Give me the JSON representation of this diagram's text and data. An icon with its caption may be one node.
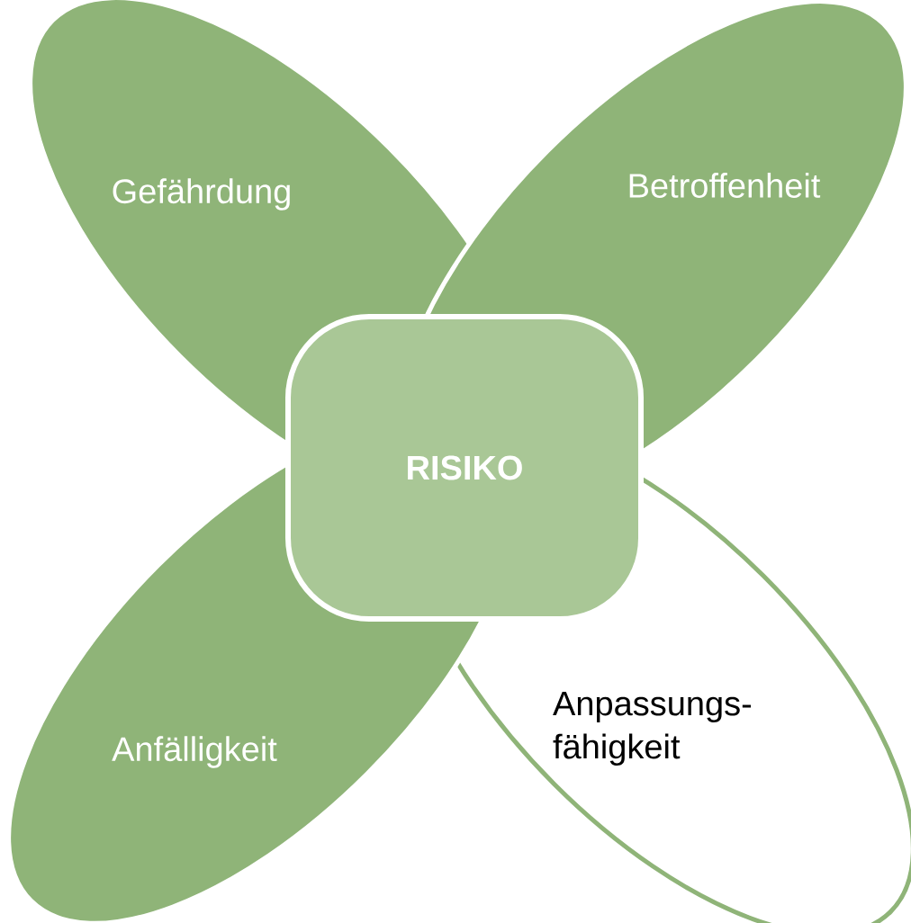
{
  "diagram": {
    "nodes": [
      {
        "text": [
          "Gefährdung"
        ]
      },
      {
        "text": [
          "Betroffenheit"
        ]
      },
      {
        "text": [
          "Anfälligkeit"
        ]
      },
      {
        "text": [
          "Anpassungs- fähigkeit"
        ]
      },
      {
        "text": [
          "RISIKO"
        ]
      }
    ]
  }
}
